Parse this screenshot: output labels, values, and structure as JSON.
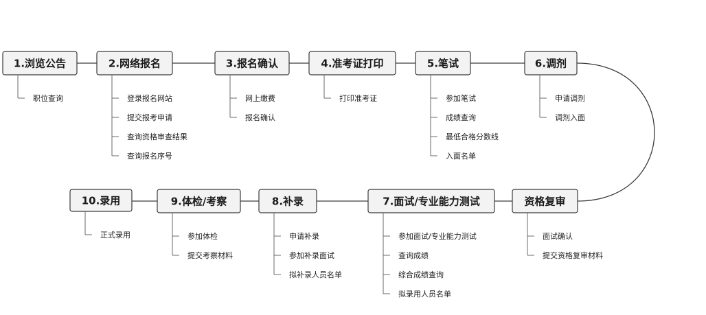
{
  "colors": {
    "node_fill": "#f3f3f3",
    "node_border": "#3a3a3a",
    "line": "#3a3a3a",
    "text": "#1a1a1a"
  },
  "steps": [
    {
      "id": "s1",
      "label": "1.浏览公告",
      "children": [
        "职位查询"
      ]
    },
    {
      "id": "s2",
      "label": "2.网络报名",
      "children": [
        "登录报名网站",
        "提交报考申请",
        "查询资格审查结果",
        "查询报名序号"
      ]
    },
    {
      "id": "s3",
      "label": "3.报名确认",
      "children": [
        "网上缴费",
        "报名确认"
      ]
    },
    {
      "id": "s4",
      "label": "4.准考证打印",
      "children": [
        "打印准考证"
      ]
    },
    {
      "id": "s5",
      "label": "5.笔试",
      "children": [
        "参加笔试",
        "成绩查询",
        "最低合格分数线",
        "入面名单"
      ]
    },
    {
      "id": "s6",
      "label": "6.调剂",
      "children": [
        "申请调剂",
        "调剂入面"
      ]
    },
    {
      "id": "s6b",
      "label": "资格复审",
      "children": [
        "面试确认",
        "提交资格复审材料"
      ]
    },
    {
      "id": "s7",
      "label": "7.面试/专业能力测试",
      "children": [
        "参加面试/专业能力测试",
        "查询成绩",
        "综合成绩查询",
        "拟录用人员名单"
      ]
    },
    {
      "id": "s8",
      "label": "8.补录",
      "children": [
        "申请补录",
        "参加补录面试",
        "拟补录人员名单"
      ]
    },
    {
      "id": "s9",
      "label": "9.体检/考察",
      "children": [
        "参加体检",
        "提交考察材料"
      ]
    },
    {
      "id": "s10",
      "label": "10.录用",
      "children": [
        "正式录用"
      ]
    }
  ]
}
